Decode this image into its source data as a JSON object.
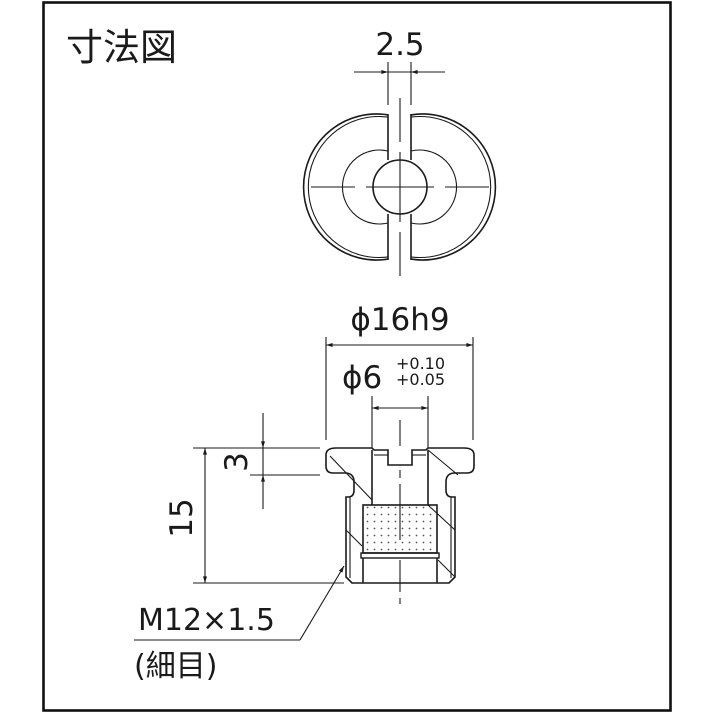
{
  "drawing": {
    "title": "寸法図",
    "top_view": {
      "slot_width_label": "2.5"
    },
    "side_view": {
      "outer_diameter_label": "ϕ16h9",
      "bore_diameter_label": "ϕ6",
      "bore_tolerance_upper": "+0.10",
      "bore_tolerance_lower": "+0.05",
      "height_label": "15",
      "flange_thickness_label": "3",
      "thread_label": "M12×1.5",
      "thread_note": "(細目)"
    }
  }
}
